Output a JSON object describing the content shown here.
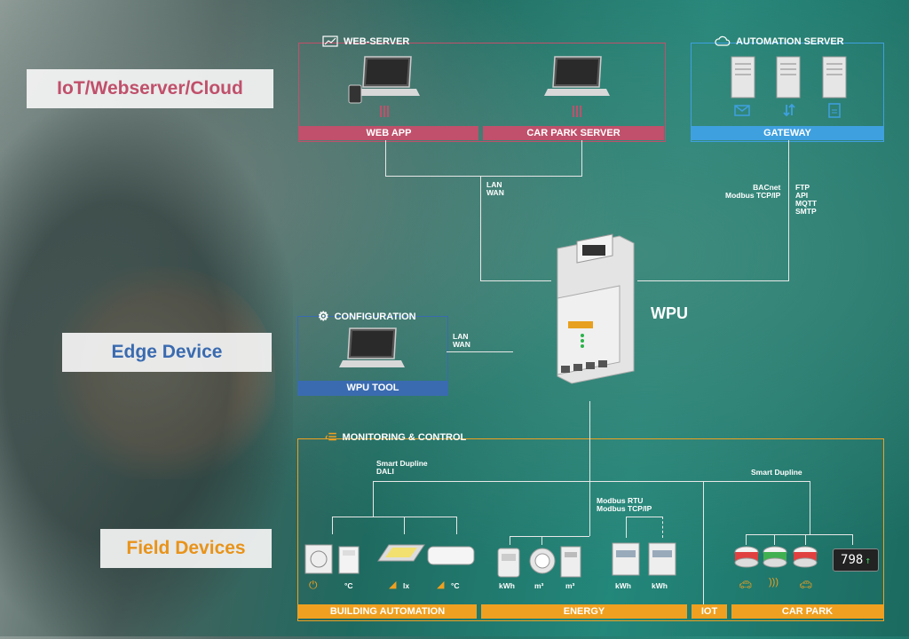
{
  "labels": {
    "cloud": "IoT/Webserver/Cloud",
    "edge": "Edge Device",
    "field": "Field Devices"
  },
  "web_server": {
    "title": "WEB-SERVER",
    "bar1": "WEB APP",
    "bar2": "CAR PARK SERVER"
  },
  "automation": {
    "title": "AUTOMATION SERVER",
    "bar": "GATEWAY"
  },
  "protocols": {
    "lan_wan_top": "LAN\nWAN",
    "bacnet": "BACnet\nModbus TCP/IP",
    "ftp": "FTP\nAPI\nMQTT\nSMTP",
    "lan_wan_edge": "LAN\nWAN",
    "smart_dupline_dali": "Smart Dupline\nDALI",
    "modbus": "Modbus RTU\nModbus TCP/IP",
    "smart_dupline": "Smart Dupline"
  },
  "wpu": {
    "label": "WPU"
  },
  "configuration": {
    "title": "CONFIGURATION",
    "bar": "WPU TOOL"
  },
  "monitoring": {
    "title": "MONITORING & CONTROL"
  },
  "bottom_bars": {
    "building": "BUILDING AUTOMATION",
    "energy": "ENERGY",
    "iot": "IOT",
    "car_park": "CAR PARK"
  },
  "units": {
    "c1": "°C",
    "lx": "lx",
    "c2": "°C",
    "kwh1": "kWh",
    "m3a": "m³",
    "m3b": "m³",
    "kwh2": "kWh",
    "kwh3": "kWh"
  },
  "display": {
    "value": "798"
  },
  "colors": {
    "web": "#c0506b",
    "gateway": "#3fa0e0",
    "config": "#3a6bb0",
    "orange": "#f0a020"
  }
}
